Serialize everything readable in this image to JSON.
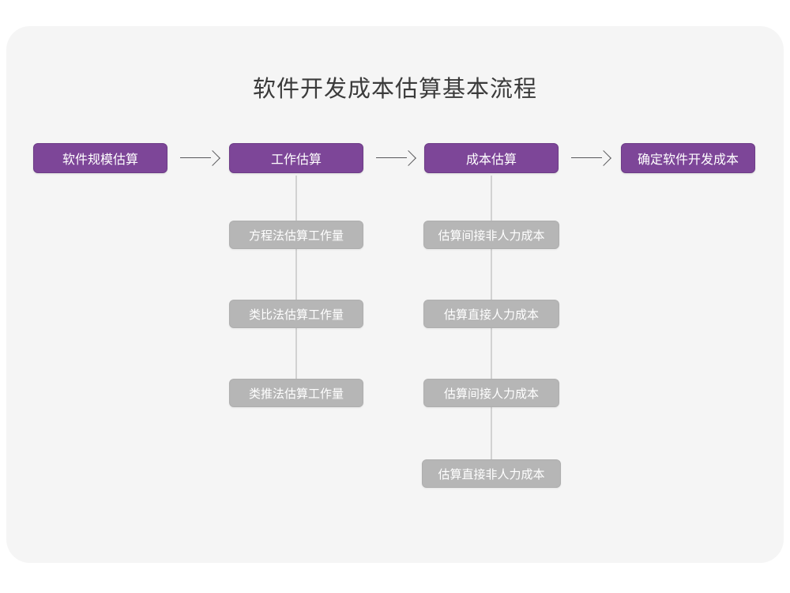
{
  "diagram": {
    "title": "软件开发成本估算基本流程",
    "type": "flowchart",
    "colors": {
      "page_background": "#ffffff",
      "card_background": "#f5f5f5",
      "primary_node": "#7d4698",
      "primary_node_border": "#6d3c87",
      "secondary_node": "#b6b6b6",
      "secondary_node_border": "#aeaeae",
      "node_text": "#ffffff",
      "title_text": "#3b3b3b",
      "arrow": "#58585a",
      "connector_line": "#d2d2d2"
    },
    "main_flow": [
      {
        "id": "step-1",
        "label": "软件规模估算"
      },
      {
        "id": "step-2",
        "label": "工作估算"
      },
      {
        "id": "step-3",
        "label": "成本估算"
      },
      {
        "id": "step-4",
        "label": "确定软件开发成本"
      }
    ],
    "arrows": [
      {
        "id": "arrow-1",
        "from": "step-1",
        "to": "step-2",
        "glyph": "arrow-right-icon"
      },
      {
        "id": "arrow-2",
        "from": "step-2",
        "to": "step-3",
        "glyph": "arrow-right-icon"
      },
      {
        "id": "arrow-3",
        "from": "step-3",
        "to": "step-4",
        "glyph": "arrow-right-icon"
      }
    ],
    "branches": [
      {
        "parent": "step-2",
        "parent_label": "工作估算",
        "children": [
          {
            "id": "work-1",
            "label": "方程法估算工作量"
          },
          {
            "id": "work-2",
            "label": "类比法估算工作量"
          },
          {
            "id": "work-3",
            "label": "类推法估算工作量"
          }
        ]
      },
      {
        "parent": "step-3",
        "parent_label": "成本估算",
        "children": [
          {
            "id": "cost-1",
            "label": "估算间接非人力成本"
          },
          {
            "id": "cost-2",
            "label": "估算直接人力成本"
          },
          {
            "id": "cost-3",
            "label": "估算间接人力成本"
          },
          {
            "id": "cost-4",
            "label": "估算直接非人力成本"
          }
        ]
      }
    ]
  }
}
